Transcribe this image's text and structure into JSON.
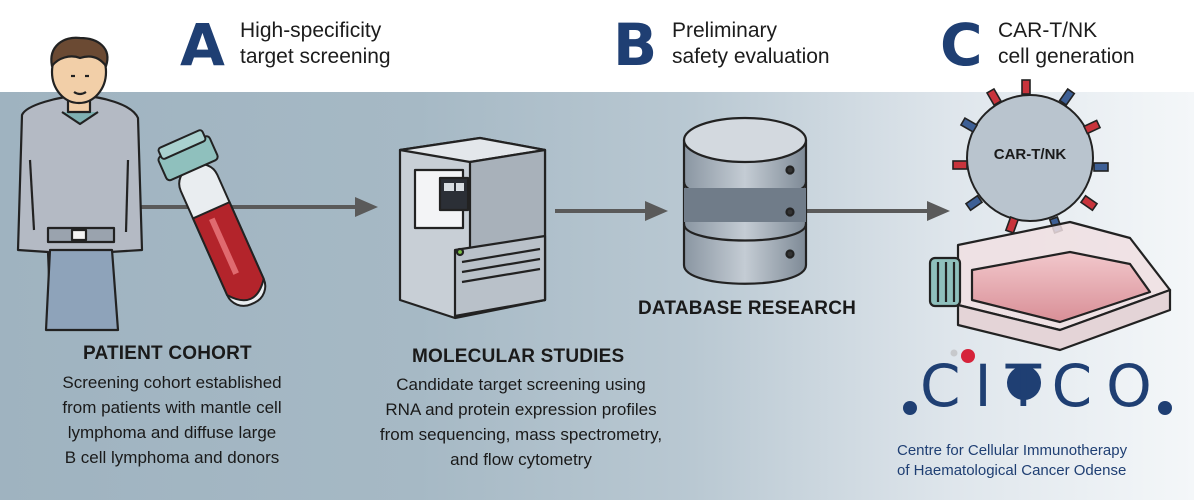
{
  "steps": [
    {
      "letter": "A",
      "line1": "High-specificity",
      "line2": "target screening"
    },
    {
      "letter": "B",
      "line1": "Preliminary",
      "line2": "safety evaluation"
    },
    {
      "letter": "C",
      "line1": "CAR-T/NK",
      "line2": "cell generation"
    }
  ],
  "patient": {
    "heading": "PATIENT COHORT",
    "lines": [
      "Screening cohort established",
      "from patients with mantle cell",
      "lymphoma and diffuse large",
      "B cell lymphoma and donors"
    ]
  },
  "molecular": {
    "heading": "MOLECULAR STUDIES",
    "lines": [
      "Candidate target screening using",
      "RNA and protein expression profiles",
      "from sequencing, mass spectrometry,",
      "and flow cytometry"
    ]
  },
  "database": {
    "heading": "DATABASE RESEARCH"
  },
  "cell": {
    "label": "CAR-T/NK"
  },
  "logo": {
    "wordmark": "CITCO",
    "tagline_lines": [
      "Centre for Cellular Immunotherapy",
      "of Haematological Cancer Odense"
    ]
  },
  "colors": {
    "accent": "#1f3f73",
    "logo_dot": "#d6233a",
    "band": "#a6b9c5"
  },
  "icons": [
    "patient-figure",
    "blood-tube-icon",
    "sequencer-icon",
    "database-icon",
    "car-t-cell-icon",
    "culture-flask-icon",
    "arrow-icon"
  ]
}
